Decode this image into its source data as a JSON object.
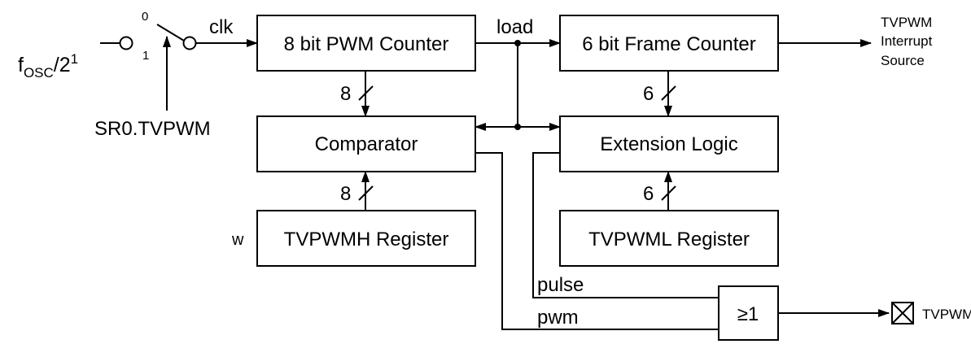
{
  "inputs": {
    "clock_source_main": "f",
    "clock_source_sub": "OSC",
    "clock_source_div": "/2",
    "clock_source_exp": "1",
    "switch_pos_0": "0",
    "switch_pos_1": "1",
    "select_signal": "SR0.TVPWM"
  },
  "signals": {
    "clk": "clk",
    "load": "load",
    "pulse": "pulse",
    "pwm": "pwm",
    "write": "w"
  },
  "blocks": {
    "pwm_counter": "8 bit PWM Counter",
    "frame_counter": "6 bit Frame Counter",
    "comparator": "Comparator",
    "extension_logic": "Extension Logic",
    "tvpwmh_register": "TVPWMH Register",
    "tvpwml_register": "TVPWML Register",
    "or_gate": "≥1"
  },
  "bus_widths": {
    "counter_to_comparator": "8",
    "frame_to_extension": "6",
    "tvpwmh_to_comparator": "8",
    "tvpwml_to_extension": "6"
  },
  "outputs": {
    "interrupt_line1": "TVPWM",
    "interrupt_line2": "Interrupt",
    "interrupt_line3": "Source",
    "pin": "TVPWM"
  }
}
